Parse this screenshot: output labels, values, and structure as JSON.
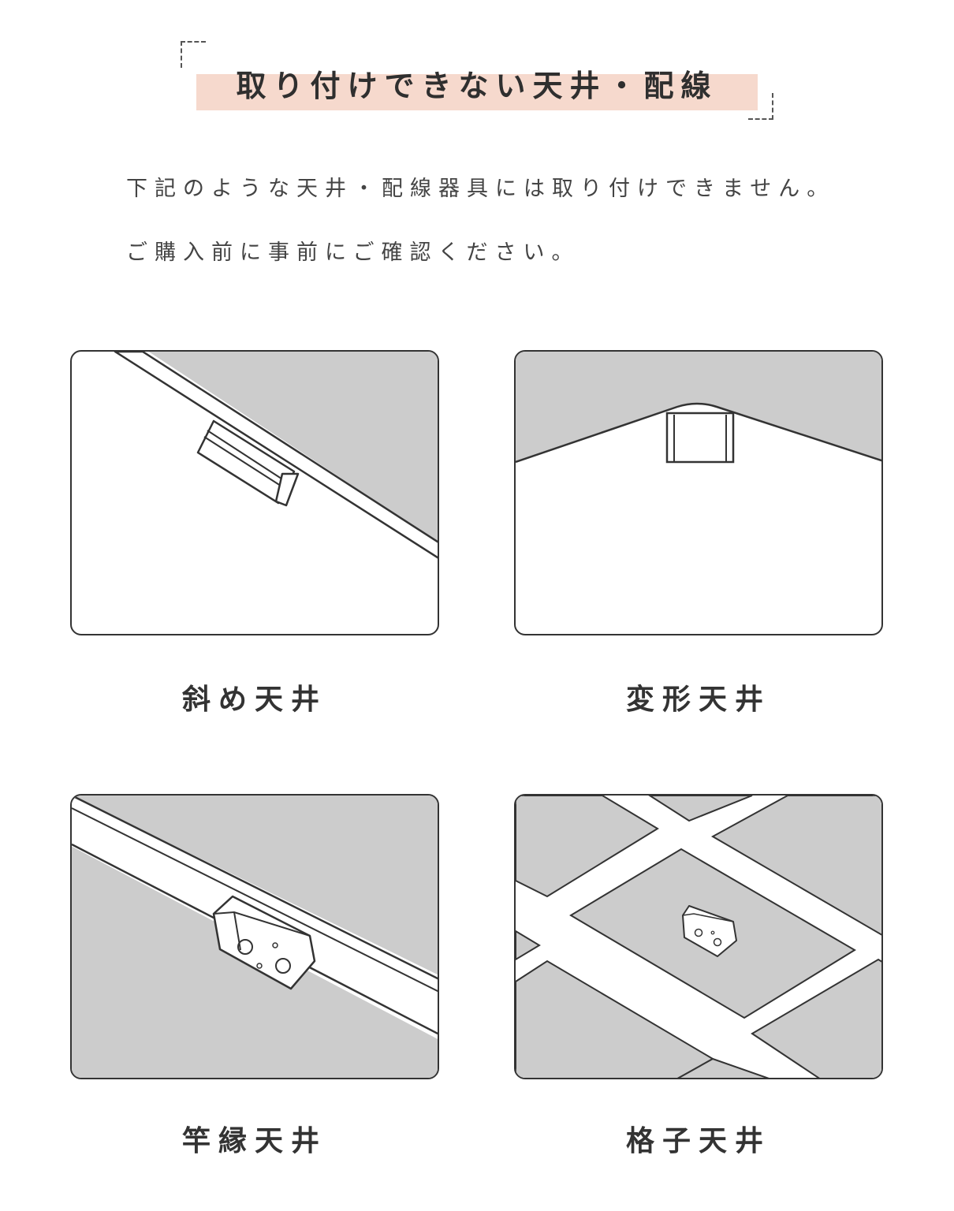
{
  "title": "取り付けできない天井・配線",
  "intro": {
    "line1": "下記のような天井・配線器具には取り付けできません。",
    "line2": "ご購入前に事前にご確認ください。"
  },
  "colors": {
    "highlight": "#f6d9cd",
    "ceiling_gray": "#cccccc",
    "outline": "#333333"
  },
  "panels": [
    {
      "caption": "斜め天井",
      "illustration": "sloped-ceiling"
    },
    {
      "caption": "変形天井",
      "illustration": "peaked-ceiling"
    },
    {
      "caption": "竿縁天井",
      "illustration": "batten-ceiling"
    },
    {
      "caption": "格子天井",
      "illustration": "coffered-ceiling"
    }
  ]
}
